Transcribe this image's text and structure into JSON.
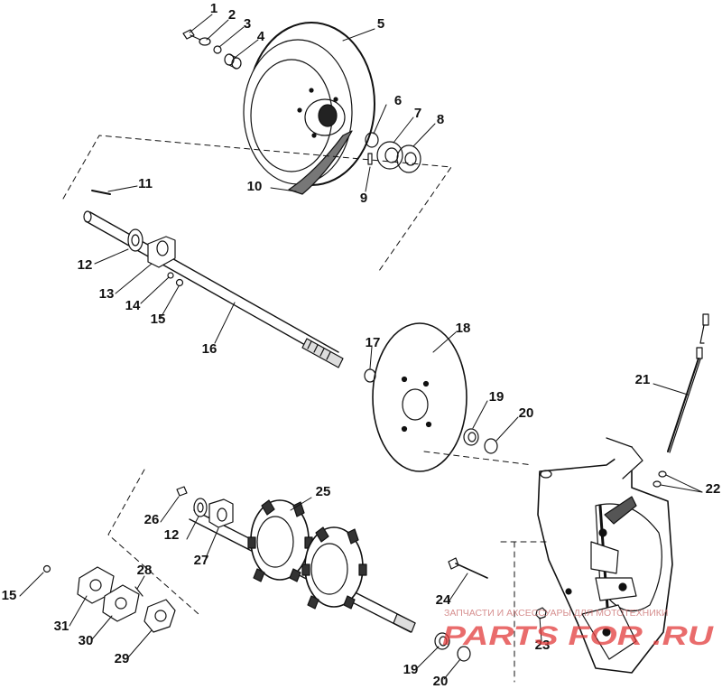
{
  "callouts": [
    "1",
    "2",
    "3",
    "4",
    "5",
    "6",
    "7",
    "8",
    "9",
    "10",
    "11",
    "12",
    "13",
    "14",
    "15",
    "16",
    "17",
    "18",
    "19",
    "20",
    "21",
    "22",
    "12",
    "26",
    "25",
    "27",
    "15",
    "28",
    "31",
    "30",
    "29",
    "24",
    "23",
    "19",
    "20"
  ],
  "watermark": {
    "tagline": "ЗАПЧАСТИ И АКСЕССУАРЫ ДЛЯ МОТОТЕХНИКИ",
    "logo": "PARTS FOR .RU",
    "colors": {
      "tagline": "#c96a6a",
      "logo": "#e23b3b"
    }
  }
}
